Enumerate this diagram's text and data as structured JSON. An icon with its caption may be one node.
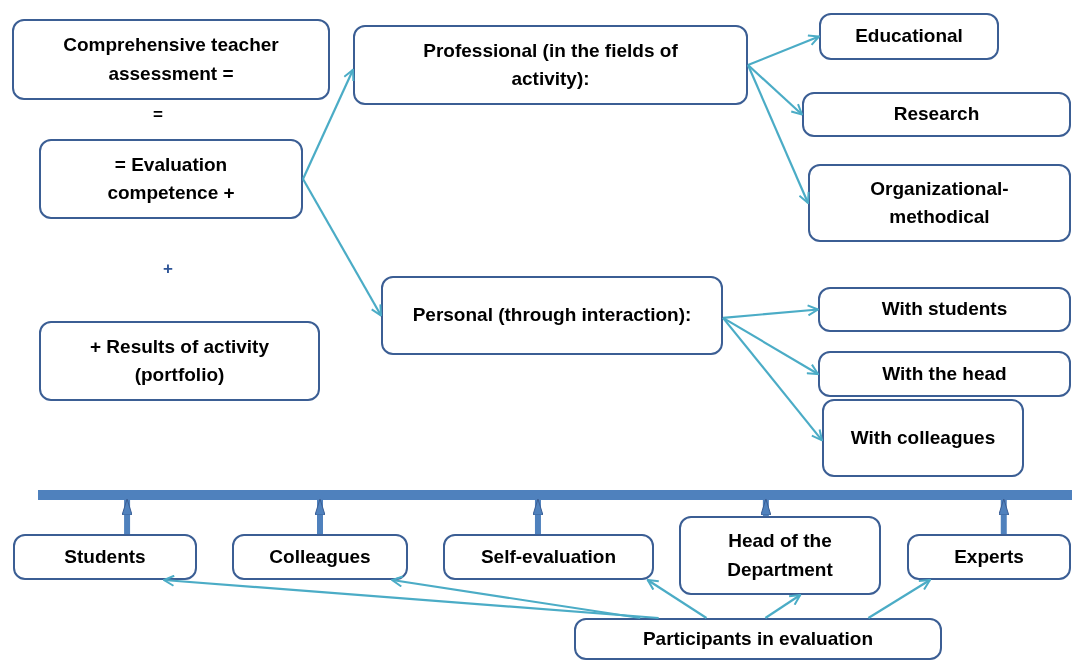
{
  "diagram": {
    "nodes": [
      {
        "text": [
          "Comprehensive teacher assessment ="
        ]
      },
      {
        "text": [
          "= Evaluation competence +"
        ]
      },
      {
        "text": [
          "+ Results of activity (portfolio)"
        ]
      },
      {
        "text": [
          "Professional (in the fields of activity):"
        ]
      },
      {
        "text": [
          "Educational"
        ]
      },
      {
        "text": [
          "Research"
        ]
      },
      {
        "text": [
          "Organizational-methodical"
        ]
      },
      {
        "text": [
          "Personal (through interaction):"
        ]
      },
      {
        "text": [
          "With students"
        ]
      },
      {
        "text": [
          "With the head"
        ]
      },
      {
        "text": [
          "With colleagues"
        ]
      },
      {
        "text": [
          "Students"
        ]
      },
      {
        "text": [
          "Colleagues"
        ]
      },
      {
        "text": [
          "Self-evaluation"
        ]
      },
      {
        "text": [
          "Head of the Department"
        ]
      },
      {
        "text": [
          "Experts"
        ]
      },
      {
        "text": [
          "Participants in evaluation"
        ]
      },
      {
        "text": [],
        "shape": "bar"
      }
    ],
    "edges": [
      {
        "from": 1,
        "to": 3,
        "arrow": "to"
      },
      {
        "from": 1,
        "to": 7,
        "arrow": "to"
      },
      {
        "from": 3,
        "to": 4,
        "arrow": "to"
      },
      {
        "from": 3,
        "to": 5,
        "arrow": "to"
      },
      {
        "from": 3,
        "to": 6,
        "arrow": "to"
      },
      {
        "from": 7,
        "to": 8,
        "arrow": "to"
      },
      {
        "from": 7,
        "to": 9,
        "arrow": "to"
      },
      {
        "from": 7,
        "to": 10,
        "arrow": "to"
      },
      {
        "from": 16,
        "to": 11,
        "arrow": "to"
      },
      {
        "from": 16,
        "to": 12,
        "arrow": "to"
      },
      {
        "from": 16,
        "to": 13,
        "arrow": "to"
      },
      {
        "from": 16,
        "to": 14,
        "arrow": "to"
      },
      {
        "from": 16,
        "to": 15,
        "arrow": "to"
      },
      {
        "from": 11,
        "to": 17,
        "arrow": "to",
        "style": "thick",
        "color": "#4f81bd"
      },
      {
        "from": 12,
        "to": 17,
        "arrow": "to",
        "style": "thick",
        "color": "#4f81bd"
      },
      {
        "from": 13,
        "to": 17,
        "arrow": "to",
        "style": "thick",
        "color": "#4f81bd"
      },
      {
        "from": 14,
        "to": 17,
        "arrow": "to",
        "style": "thick",
        "color": "#4f81bd"
      },
      {
        "from": 15,
        "to": 17,
        "arrow": "to",
        "style": "thick",
        "color": "#4f81bd"
      }
    ],
    "labels": [
      "=",
      "+"
    ]
  }
}
